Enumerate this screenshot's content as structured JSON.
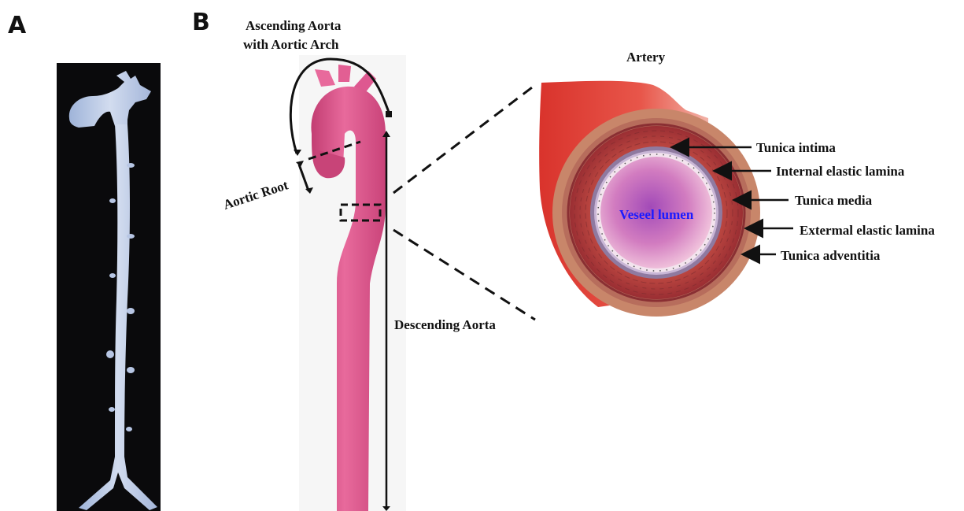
{
  "panels": {
    "a": {
      "letter": "A"
    },
    "b": {
      "letter": "B"
    }
  },
  "aorta_labels": {
    "ascending_line1": "Ascending Aorta",
    "ascending_line2": "with Aortic Arch",
    "aortic_root": "Aortic Root",
    "descending": "Descending Aorta"
  },
  "artery": {
    "title": "Artery",
    "lumen": "Veseel lumen",
    "layers": [
      "Tunica intima",
      "Internal elastic lamina",
      "Tunica media",
      "Extermal elastic lamina",
      "Tunica adventitia"
    ]
  },
  "colors": {
    "aorta_pink": "#e0528a",
    "lumen_text": "#1a1aff",
    "photo_background": "#0a0a0c",
    "adventitia": "#c8866a",
    "media": "#a8353a"
  },
  "icons": [
    "arrow-left-icon"
  ]
}
